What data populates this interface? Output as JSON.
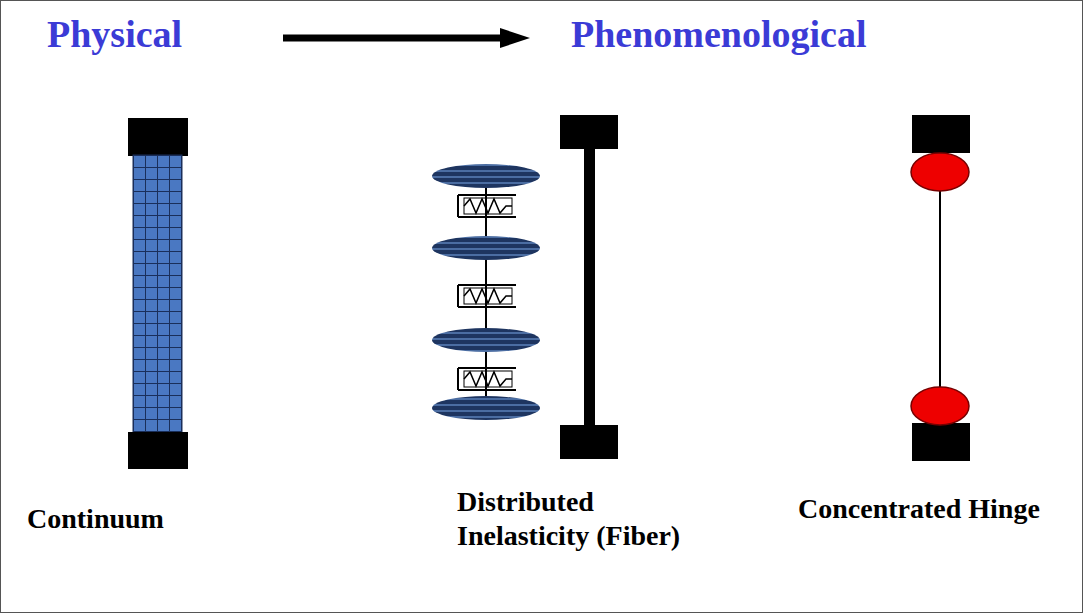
{
  "diagram": {
    "labels": [
      "Physical",
      "Phenomenological",
      "Continuum",
      "Distributed Inelasticity (Fiber)",
      "Concentrated Hinge"
    ]
  }
}
